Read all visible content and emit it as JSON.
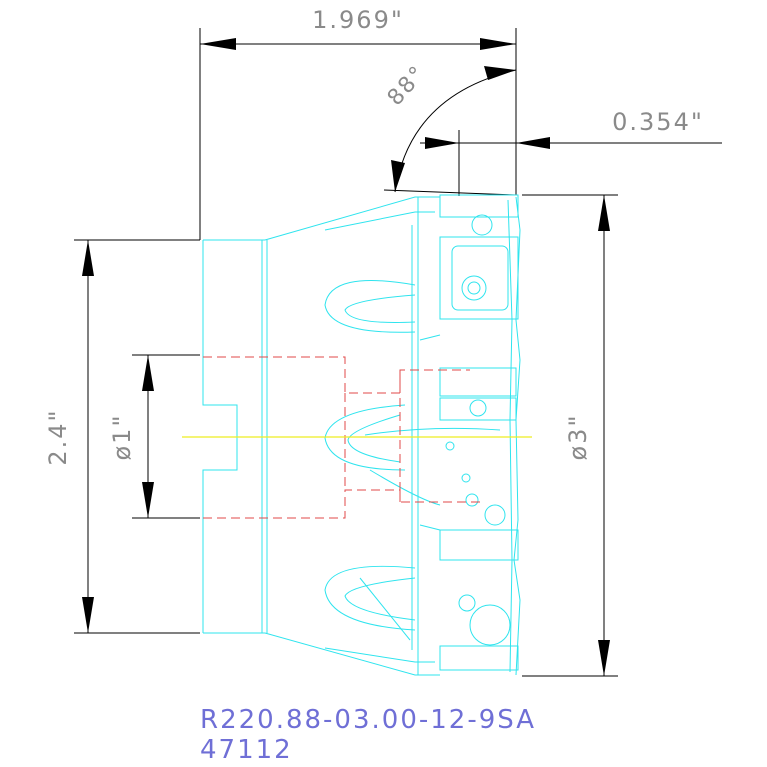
{
  "dimensions": {
    "width": "1.969\"",
    "angle": "88°",
    "offset": "0.354\"",
    "shank_length": "2.4\"",
    "bore": "ø1\"",
    "cutter_diameter": "ø3\""
  },
  "part": {
    "code": "R220.88-03.00-12-9SA",
    "number": "47112"
  },
  "colors": {
    "body": "#2fe4ee",
    "hidden_line": "#e04a4a",
    "centerline": "#eeee22",
    "dimension_line": "#000000",
    "dimension_text": "#8a8a8a",
    "part_text": "#6f6fd6"
  }
}
